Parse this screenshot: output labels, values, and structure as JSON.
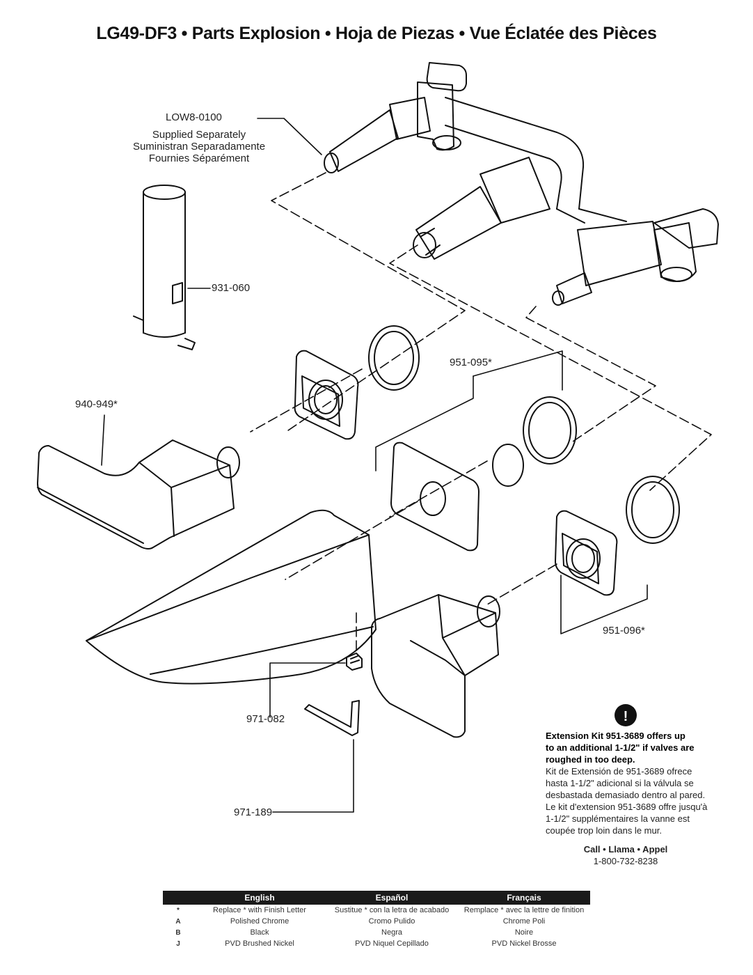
{
  "title": "LG49-DF3 • Parts Explosion • Hoja de Piezas • Vue Éclatée des Pièces",
  "parts": {
    "valve": {
      "number": "LOW8-0100",
      "supplied": [
        "Supplied Separately",
        "Suministran Separadamente",
        "Fournies Séparément"
      ]
    },
    "sleeve": "931-060",
    "handle_left": "940-949*",
    "trim_upper": "951-095*",
    "trim_lower": "951-096*",
    "set_screw": "971-082",
    "hex_key": "971-189"
  },
  "notice": {
    "icon": "exclamation-icon",
    "bold_lines": [
      "Extension Kit 951-3689 offers up",
      "to an additional 1-1/2\" if valves are",
      "roughed in too deep."
    ],
    "spanish_lines": [
      "Kit de Extensión de 951-3689 ofrece",
      "hasta 1-1/2\" adicional si la válvula se",
      "desbastada demasiado dentro al pared."
    ],
    "french_lines": [
      "Le kit d'extension 951-3689 offre jusqu'à",
      "1-1/2\" supplémentaires la vanne est",
      "coupée trop loin dans le mur."
    ],
    "call": "Call • Llama • Appel",
    "phone": "1-800-732-8238"
  },
  "legend": {
    "headers": [
      "English",
      "Español",
      "Français"
    ],
    "rows": [
      {
        "code": "*",
        "values": [
          "Replace * with Finish Letter",
          "Sustitue * con la letra de acabado",
          "Remplace * avec la lettre de finition"
        ]
      },
      {
        "code": "A",
        "values": [
          "Polished Chrome",
          "Cromo Pulido",
          "Chrome Poli"
        ]
      },
      {
        "code": "B",
        "values": [
          "Black",
          "Negra",
          "Noire"
        ]
      },
      {
        "code": "J",
        "values": [
          "PVD Brushed Nickel",
          "PVD Niquel Cepillado",
          "PVD Nickel Brosse"
        ]
      }
    ]
  }
}
